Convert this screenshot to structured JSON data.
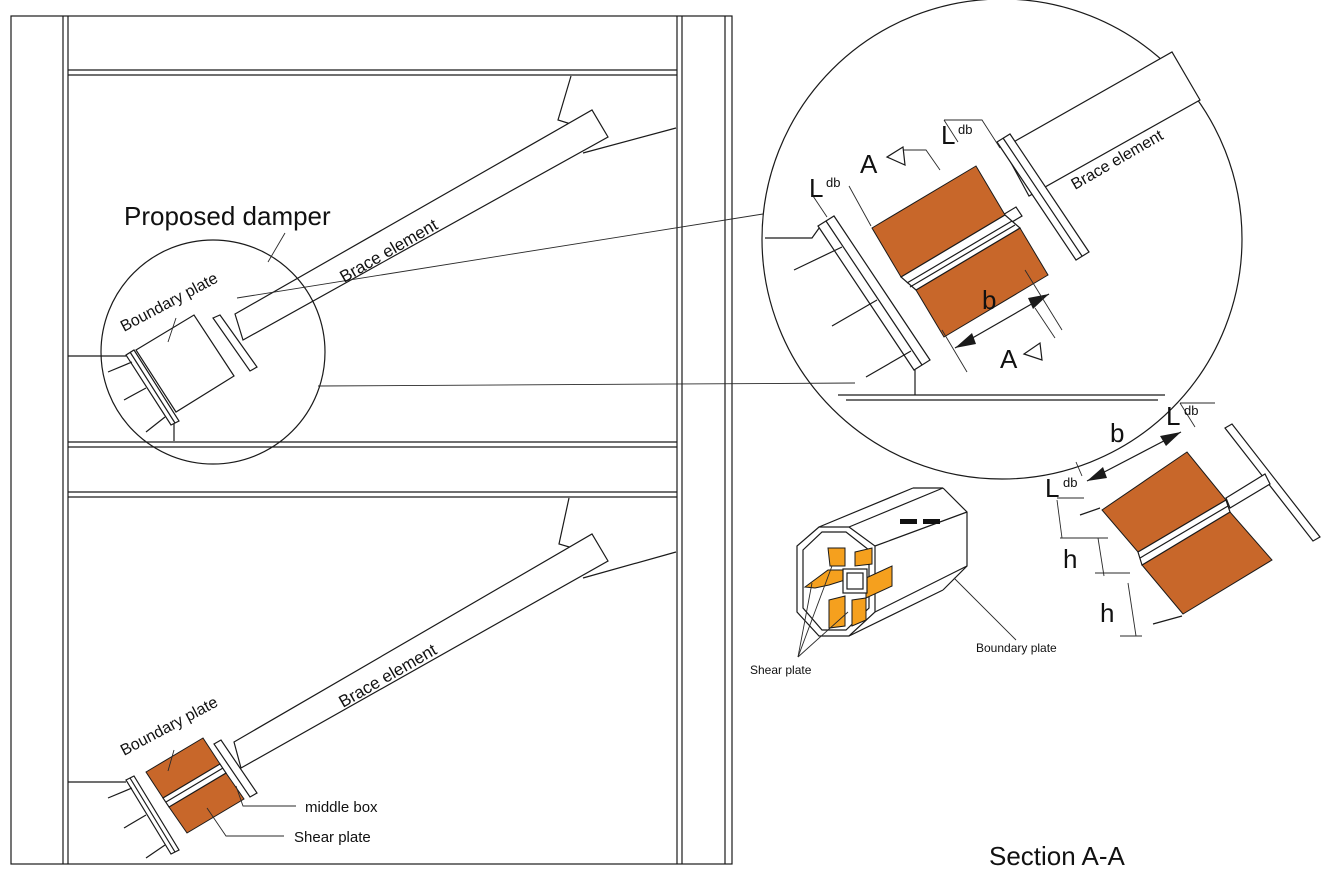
{
  "colors": {
    "line": "#1a1a1a",
    "shear_plate_copper": "#c8672a",
    "shear_plate_orange": "#f5a01e",
    "background": "#ffffff"
  },
  "labels": {
    "proposed_damper": "Proposed damper",
    "brace_element_upper": "Brace element",
    "boundary_plate_upper": "Boundary plate",
    "brace_element_lower": "Brace element",
    "boundary_plate_lower": "Boundary plate",
    "middle_box": "middle box",
    "shear_plate_lower": "Shear plate",
    "detail_brace_element": "Brace element",
    "detail_section_a_top": "A",
    "detail_section_a_bottom": "A",
    "detail_b": "b",
    "detail_ldb_left": "L",
    "detail_ldb_left_sub": "db",
    "detail_ldb_right": "L",
    "detail_ldb_right_sub": "db",
    "section_b": "b",
    "section_ldb_top": "L",
    "section_ldb_top_sub": "db",
    "section_ldb_left": "L",
    "section_ldb_left_sub": "db",
    "section_h_upper": "h",
    "section_h_lower": "h",
    "iso_shear_plate": "Shear plate",
    "iso_boundary_plate": "Boundary plate",
    "section_title": "Section A-A"
  }
}
